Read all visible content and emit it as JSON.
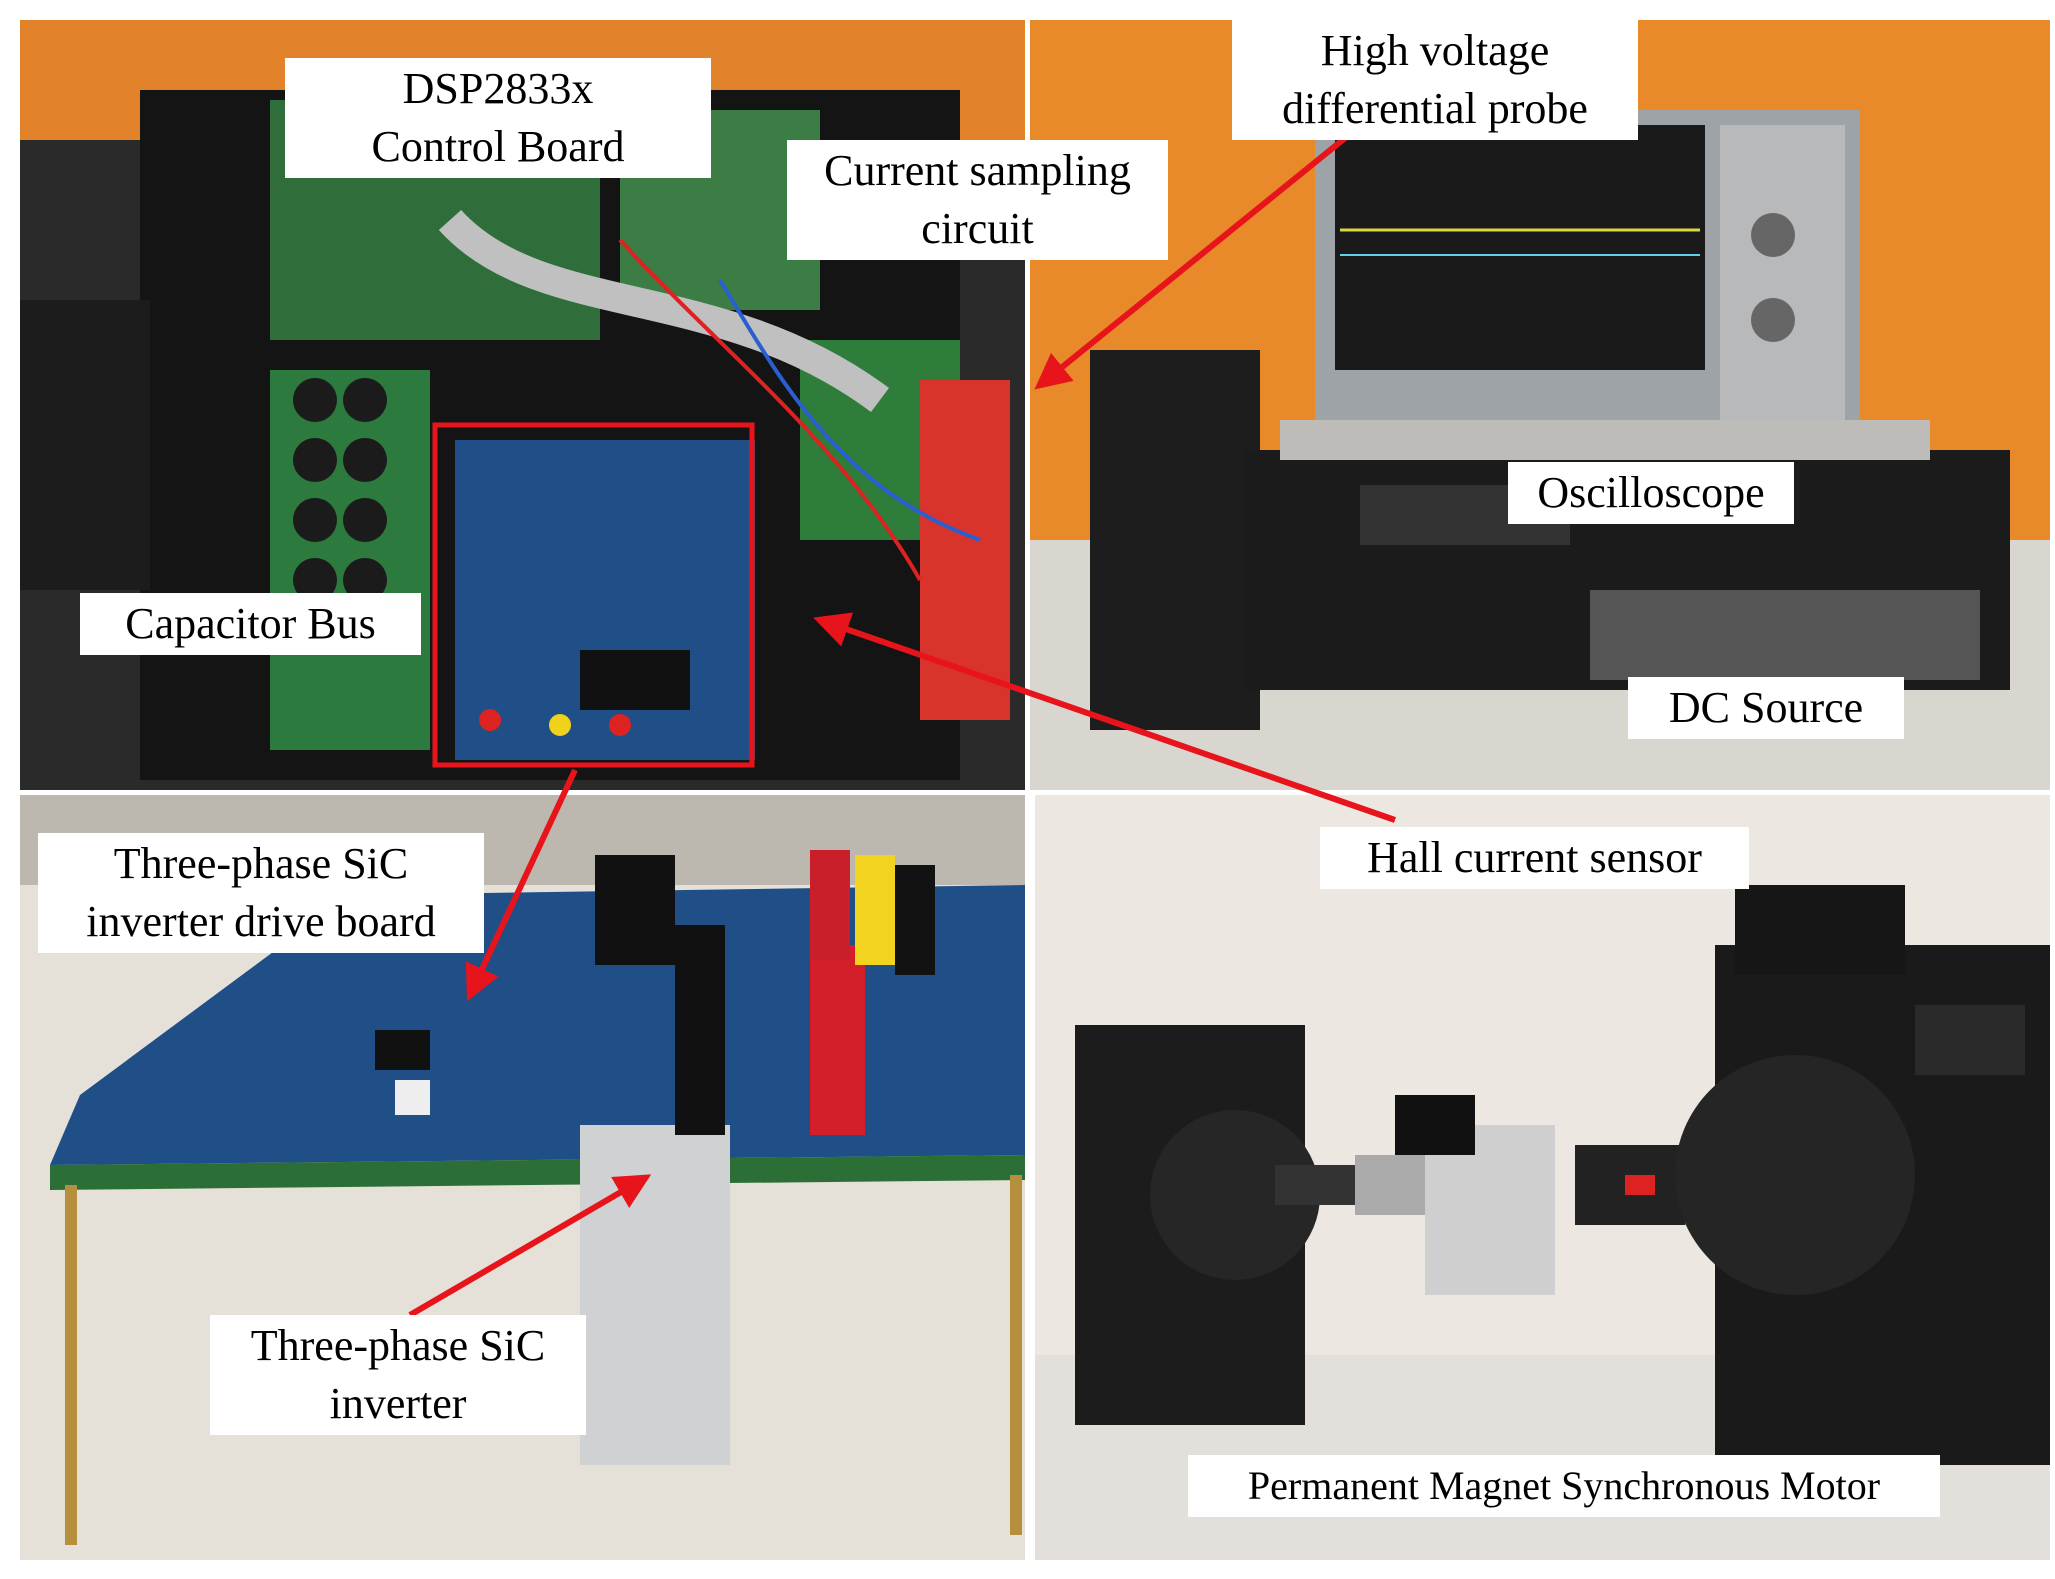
{
  "labels": {
    "dsp_board": [
      "DSP2833x",
      "Control Board"
    ],
    "current_sampling": [
      "Current sampling",
      "circuit"
    ],
    "hv_probe": [
      "High voltage",
      "differential probe"
    ],
    "capacitor_bus": "Capacitor Bus",
    "oscilloscope": "Oscilloscope",
    "dc_source": "DC Source",
    "hall_sensor": "Hall current sensor",
    "drive_board": [
      "Three-phase SiC",
      "inverter drive board"
    ],
    "sic_inverter": [
      "Three-phase SiC",
      "inverter"
    ],
    "pmsm": "Permanent Magnet Synchronous Motor"
  },
  "colors": {
    "arrow": "#e8141b",
    "pcb_blue": "#1f4f86",
    "pcb_green": "#2e7d3a",
    "curtain": "#e8892a",
    "wall": "#e9e4dc"
  }
}
